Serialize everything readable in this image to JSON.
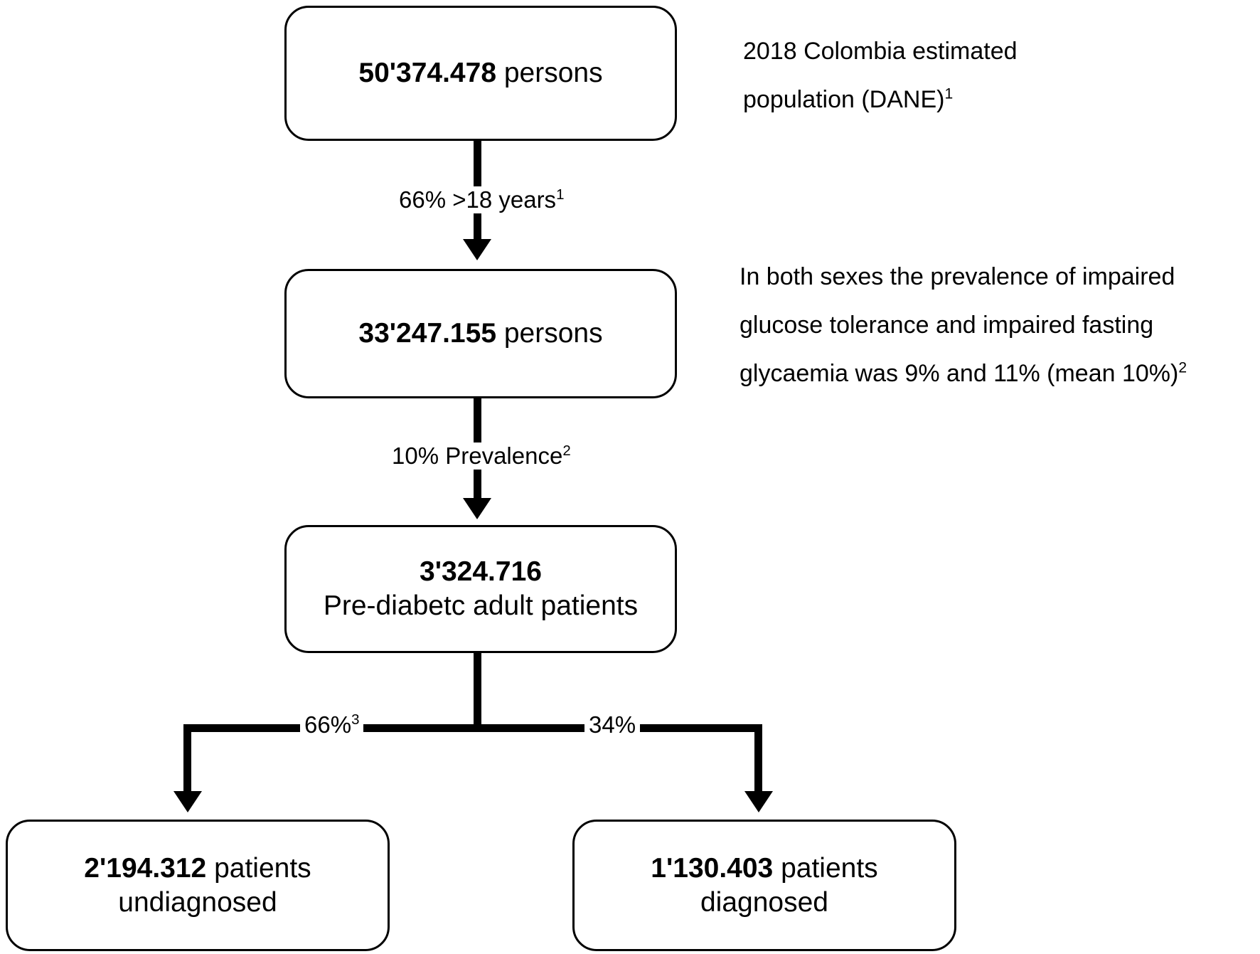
{
  "diagram": {
    "type": "flowchart",
    "title": "Colombia pre-diabetes population flow",
    "colors": {
      "stroke": "#000000",
      "background": "#ffffff",
      "text": "#000000"
    },
    "nodes": [
      {
        "id": "total-population",
        "number": "50'374.478",
        "label": " persons",
        "line2": ""
      },
      {
        "id": "adult-population",
        "number": "33'247.155",
        "label": " persons",
        "line2": ""
      },
      {
        "id": "prediabetic-patients",
        "number": "3'324.716",
        "label": "",
        "line2": "Pre-diabetc adult patients"
      },
      {
        "id": "undiagnosed-patients",
        "number": "2'194.312",
        "label": " patients",
        "line2": "undiagnosed"
      },
      {
        "id": "diagnosed-patients",
        "number": "1'130.403",
        "label": " patients",
        "line2": "diagnosed"
      }
    ],
    "edge_labels": [
      {
        "id": "age-filter",
        "text": "66% >18 years",
        "superscript": "1"
      },
      {
        "id": "prevalence",
        "text": "10% Prevalence",
        "superscript": "2"
      },
      {
        "id": "undiagnosed-share",
        "text": "66%",
        "superscript": "3"
      },
      {
        "id": "diagnosed-share",
        "text": "34%",
        "superscript": ""
      }
    ],
    "annotations": [
      {
        "id": "population-source",
        "lines": [
          {
            "text": "2018 Colombia estimated",
            "superscript": ""
          },
          {
            "text": "population (DANE)",
            "superscript": "1"
          }
        ]
      },
      {
        "id": "prevalence-source",
        "lines": [
          {
            "text": "In both sexes the prevalence of impaired",
            "superscript": ""
          },
          {
            "text": "glucose tolerance and impaired fasting",
            "superscript": ""
          },
          {
            "text": "glycaemia was 9% and 11% (mean 10%)",
            "superscript": "2"
          }
        ]
      }
    ]
  }
}
